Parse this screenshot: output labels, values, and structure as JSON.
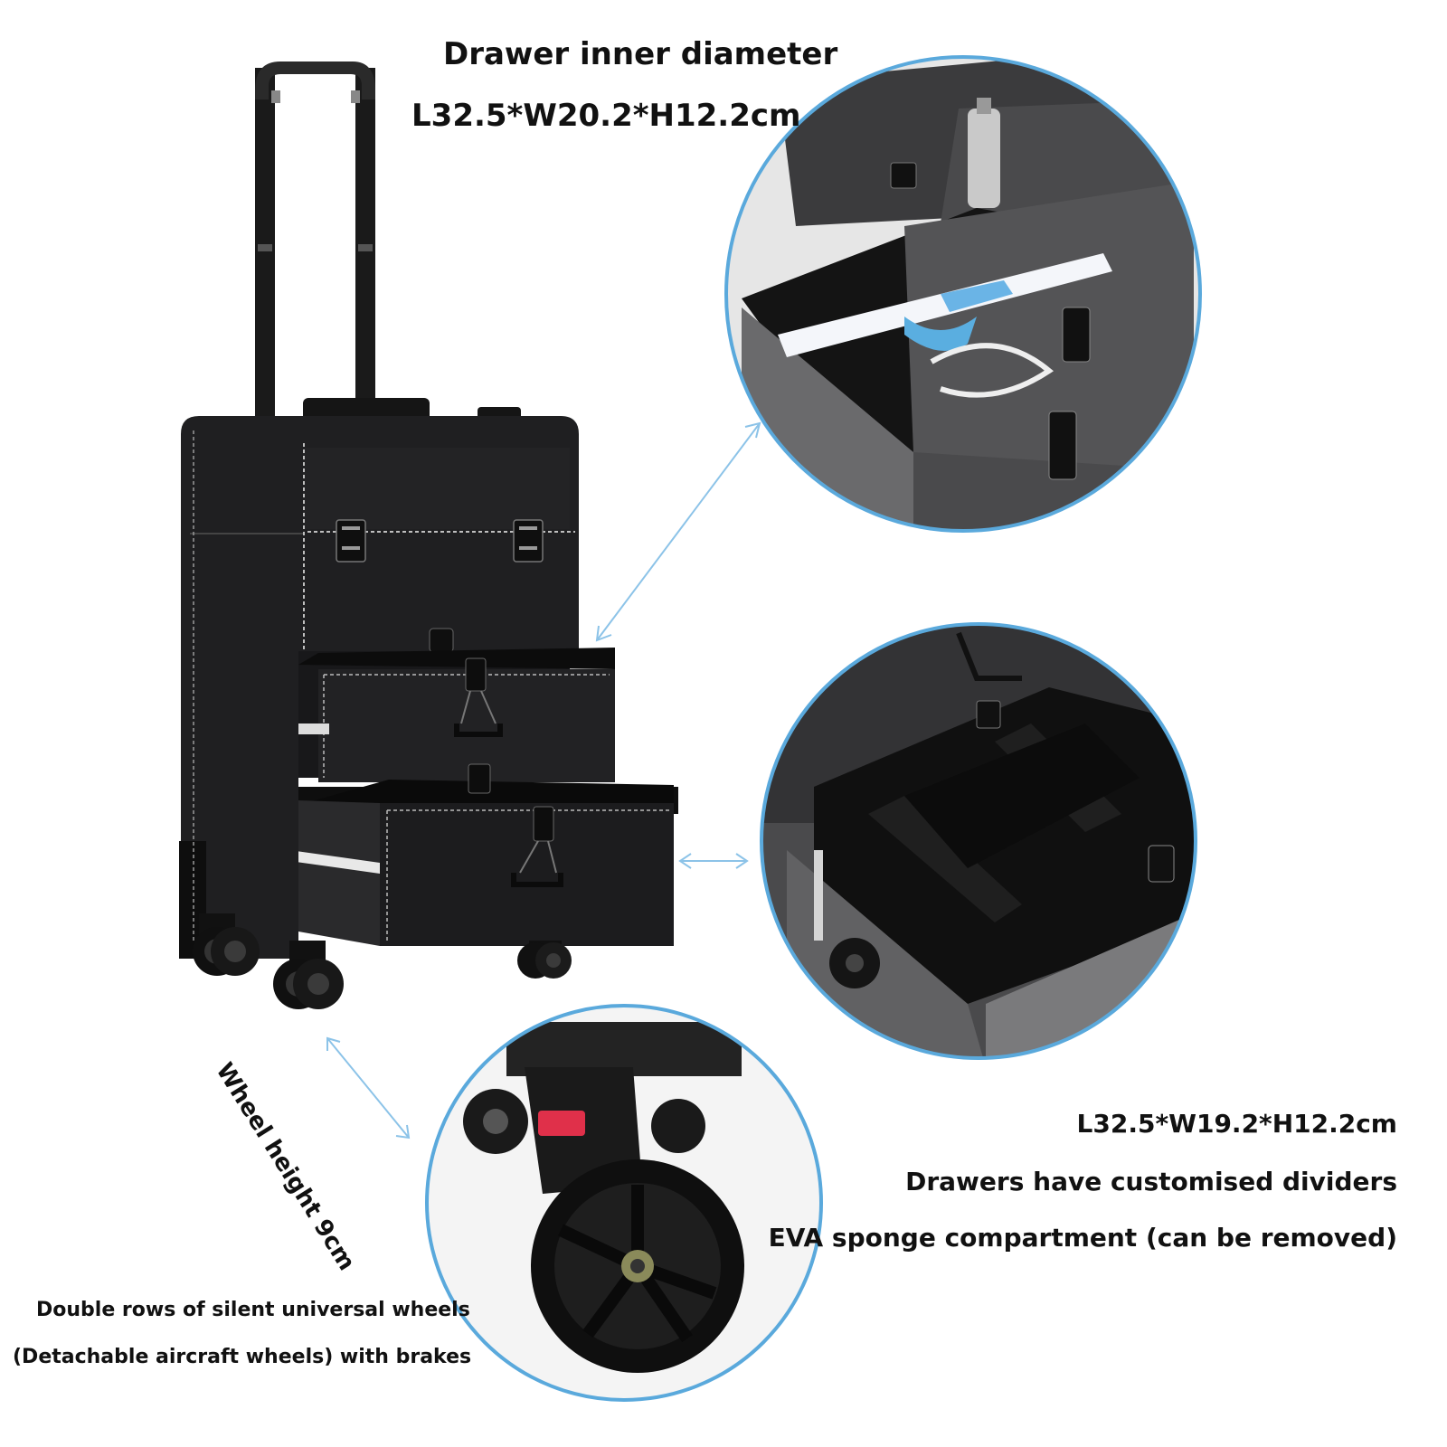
{
  "labels": {
    "drawer_title": "Drawer inner diameter",
    "drawer_size": "L32.5*W20.2*H12.2cm",
    "wheel_height": "Wheel height 9cm",
    "lower_size": "L32.5*W19.2*H12.2cm",
    "dividers": "Drawers have customised dividers",
    "eva": "EVA sponge compartment (can be removed)",
    "wheels_line1": "Double rows of silent universal wheels",
    "wheels_line2": "(Detachable aircraft wheels) with brakes"
  },
  "colors": {
    "circle_border": "#5aa9dc",
    "arrow": "#8cc3e8",
    "case_body": "#1f1f21",
    "case_dark": "#111112",
    "stitch": "#bfbfbf",
    "brake_red": "#e0304a"
  },
  "icons": {
    "arrows": "double-headed-arrow"
  }
}
